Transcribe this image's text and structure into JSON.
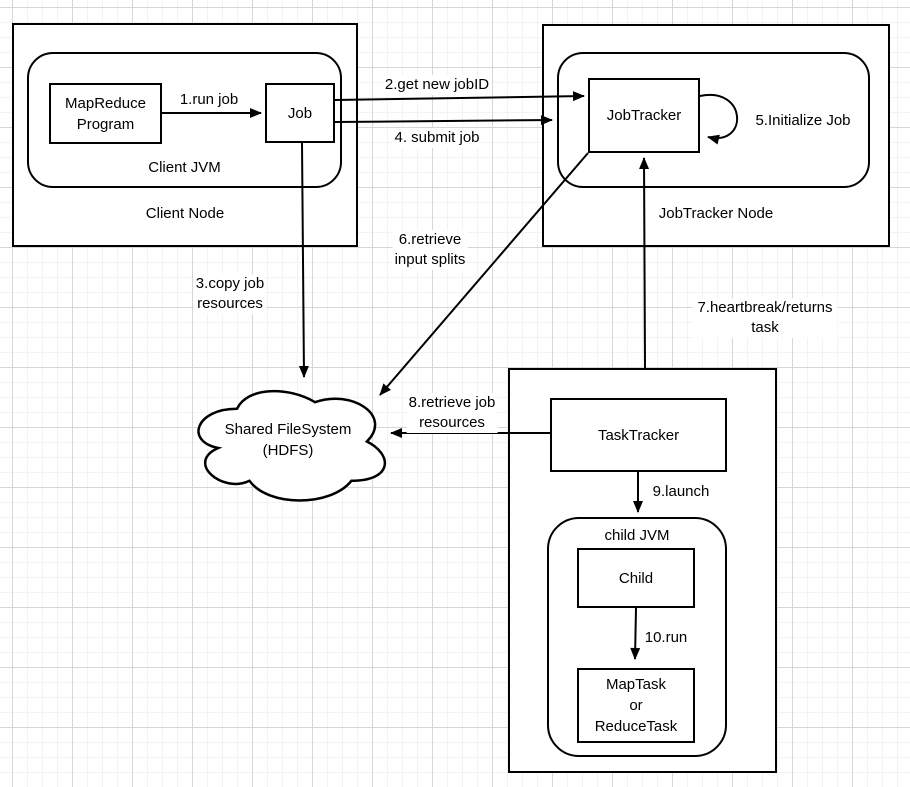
{
  "nodes": {
    "client_node": "Client Node",
    "client_jvm": "Client JVM",
    "mapreduce_program": "MapReduce\nProgram",
    "job": "Job",
    "jobtracker_node": "JobTracker Node",
    "jobtracker": "JobTracker",
    "shared_filesystem": "Shared FileSystem\n(HDFS)",
    "tasktracker": "TaskTracker",
    "child_jvm": "child JVM",
    "child": "Child",
    "map_or_reduce_task": "MapTask\nor\nReduceTask"
  },
  "edges": {
    "run_job": "1.run job",
    "get_new_jobid": "2.get new jobID",
    "copy_job_resources": "3.copy job\nresources",
    "submit_job": "4. submit job",
    "initialize_job": "5.Initialize Job",
    "retrieve_input_splits": "6.retrieve\ninput splits",
    "heartbeat_returns_task": "7.heartbreak/returns task",
    "retrieve_job_resources": "8.retrieve job\nresources",
    "launch": "9.launch",
    "run": "10.run"
  },
  "colors": {
    "stroke": "#000000",
    "shape_fill": "#ffffff",
    "grid_minor": "#f3f3f3",
    "grid_major": "#d6d6d6"
  }
}
